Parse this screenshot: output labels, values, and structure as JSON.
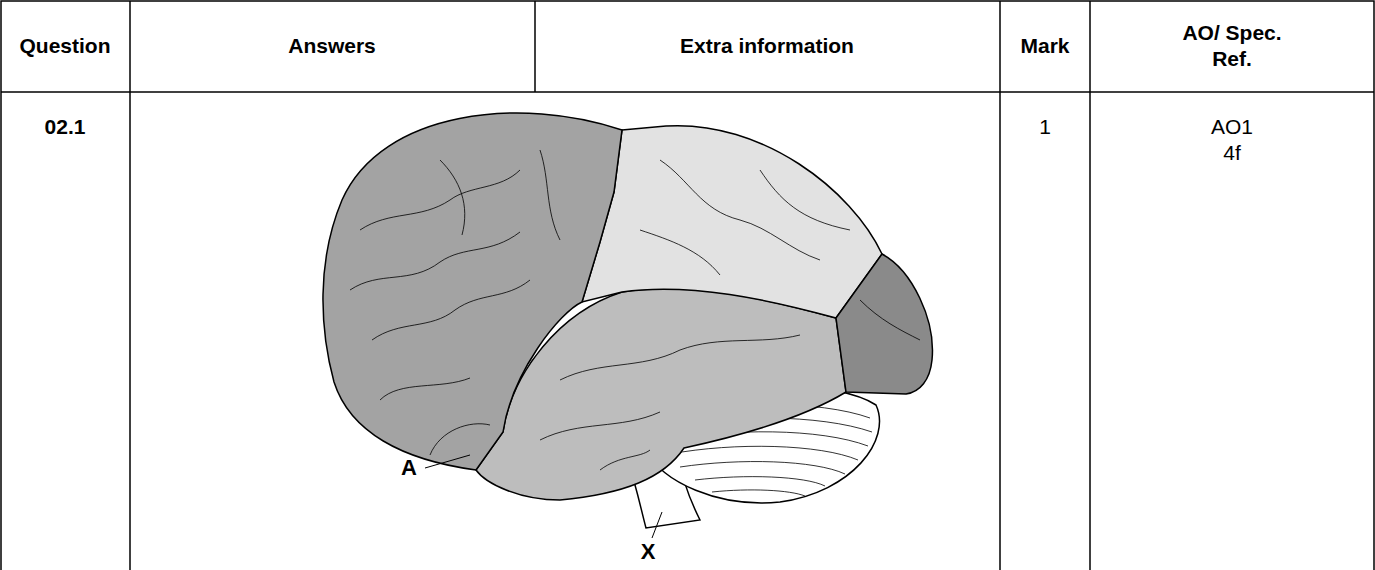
{
  "diagram": {
    "labels": [
      "Question",
      "Answers",
      "Extra information",
      "Mark",
      "AO/ Spec. Ref.",
      "02.1",
      "A",
      "X",
      "1",
      "AO1 4f"
    ]
  }
}
